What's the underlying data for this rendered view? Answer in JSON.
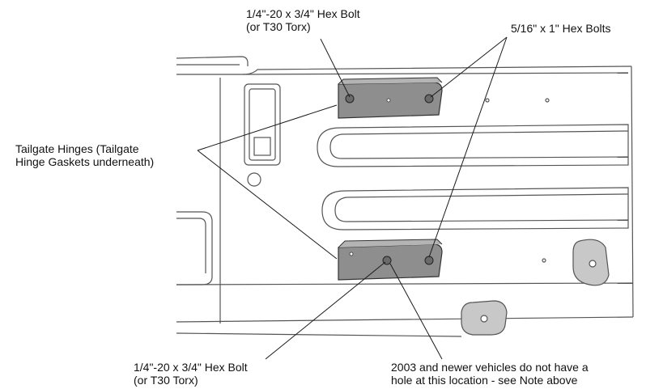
{
  "callouts": {
    "top_hex_bolt": {
      "line1": "1/4\"-20 x 3/4\" Hex Bolt",
      "line2": "(or T30 Torx)"
    },
    "hex_bolts_5_16": {
      "line1": "5/16\" x 1\" Hex Bolts"
    },
    "tailgate_hinges": {
      "line1": "Tailgate Hinges (Tailgate",
      "line2": "Hinge Gaskets underneath)"
    },
    "bottom_hex_bolt": {
      "line1": "1/4\"-20 x 3/4\" Hex Bolt",
      "line2": "(or T30 Torx)"
    },
    "no_hole_note": {
      "line1": "2003 and newer vehicles do not have a",
      "line2": "hole at this location - see Note above"
    }
  },
  "colors": {
    "hinge_fill": "#8e8e8e",
    "line": "#1a1a1a",
    "outline": "#555555"
  }
}
